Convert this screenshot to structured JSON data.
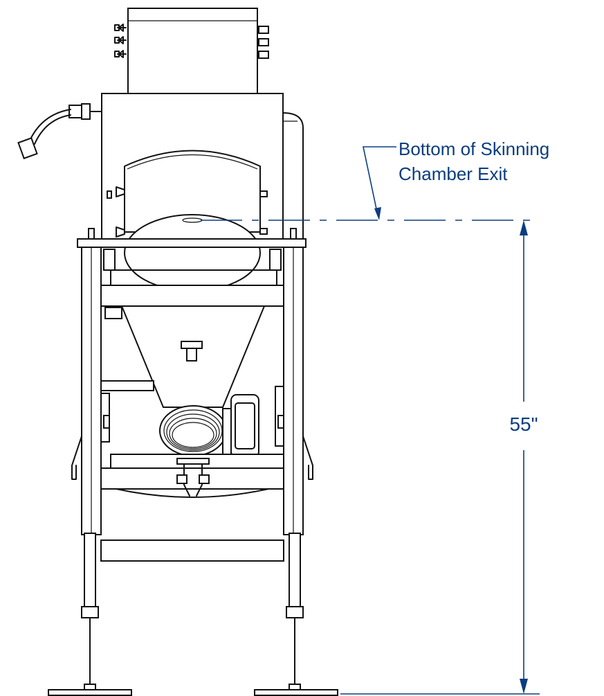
{
  "annotations": {
    "reference_label_line1": "Bottom of Skinning",
    "reference_label_line2": "Chamber Exit",
    "height_dimension": "55\""
  },
  "colors": {
    "annotation": "#0b3d7f",
    "linework": "#111111",
    "background": "#ffffff"
  }
}
